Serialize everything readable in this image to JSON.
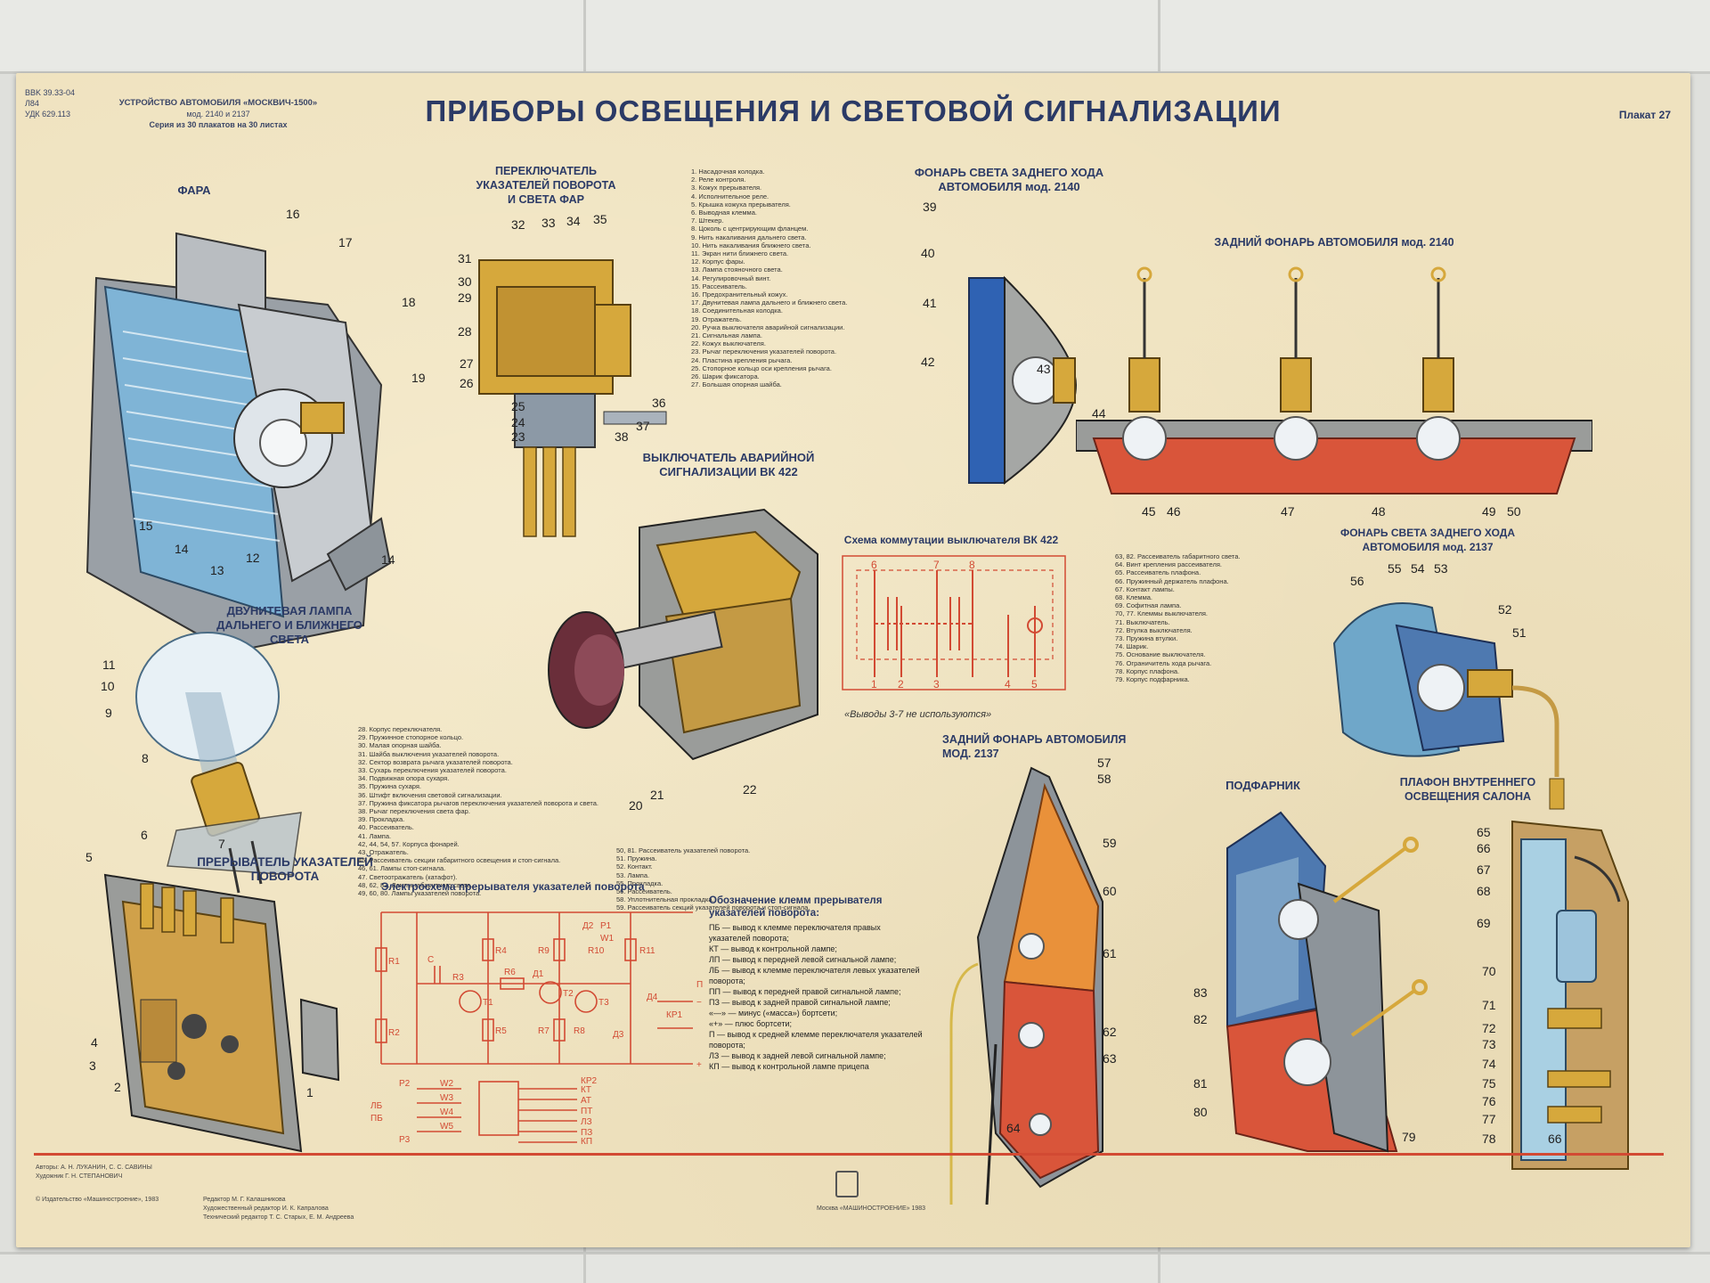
{
  "header": {
    "series_title": "УСТРОЙСТВО АВТОМОБИЛЯ «МОСКВИЧ-1500»",
    "models": "мод. 2140 и 2137",
    "series_note": "Серия из 30 плакатов на 30 листах",
    "title": "ПРИБОРЫ ОСВЕЩЕНИЯ И СВЕТОВОЙ СИГНАЛИЗАЦИИ",
    "poster_number": "Плакат 27"
  },
  "sections": {
    "headlamp": "ФАРА",
    "switch": "ПЕРЕКЛЮЧАТЕЛЬ\nУКАЗАТЕЛЕЙ ПОВОРОТА\nИ СВЕТА ФАР",
    "reverse_2140": "ФОНАРЬ СВЕТА ЗАДНЕГО ХОДА\nАВТОМОБИЛЯ мод. 2140",
    "rear_2140": "ЗАДНИЙ ФОНАРЬ АВТОМОБИЛЯ мод. 2140",
    "hazard": "ВЫКЛЮЧАТЕЛЬ АВАРИЙНОЙ\nСИГНАЛИЗАЦИИ ВК 422",
    "hazard_scheme": "Схема коммутации выключателя ВК 422",
    "hazard_note": "«Выводы 3-7 не используются»",
    "reverse_2137": "ФОНАРЬ СВЕТА ЗАДНЕГО ХОДА\nАВТОМОБИЛЯ мод. 2137",
    "bulb": "ДВУНИТЕВАЯ ЛАМПА\nДАЛЬНЕГО И БЛИЖНЕГО\nСВЕТА",
    "flasher": "ПРЕРЫВАТЕЛЬ УКАЗАТЕЛЕЙ\nПОВОРОТА",
    "flasher_scheme": "Электросхема прерывателя указателей поворота",
    "rear_2137": "ЗАДНИЙ ФОНАРЬ АВТОМОБИЛЯ\nМОД. 2137",
    "parking": "ПОДФАРНИК",
    "interior": "ПЛАФОН ВНУТРЕННЕГО\nОСВЕЩЕНИЯ САЛОНА"
  },
  "legend_terminals": {
    "heading": "Обозначение клемм прерывателя\nуказателей поворота:",
    "items": [
      "ПБ — вывод к клемме переключателя правых указателей поворота;",
      "КТ — вывод к контрольной лампе;",
      "ЛП — вывод к передней левой сигнальной лампе;",
      "ЛБ — вывод к клемме переключателя левых указателей поворота;",
      "ПП — вывод к передней правой сигнальной лампе;",
      "ПЗ — вывод к задней правой сигнальной лампе;",
      "«—» — минус («массa») бортсети;",
      "«+» — плюс бортсети;",
      "П — вывод к средней клемме переключателя указателей поворота;",
      "ЛЗ — вывод к задней левой сигнальной лампе;",
      "КП — вывод к контрольной лампе прицепа"
    ]
  },
  "parts_1": [
    "1. Нaсадочная колодка.",
    "2. Реле контроля.",
    "3. Кожух прерывателя.",
    "4. Исполнительное реле.",
    "5. Крышка кожуха прерывателя.",
    "6. Выводная клемма.",
    "7. Штекер.",
    "8. Цоколь с центрирующим фланцем.",
    "9. Нить накаливания дальнего света.",
    "10. Нить накаливания ближнего света.",
    "11. Экран нити ближнего света.",
    "12. Корпус фары.",
    "13. Лампа стояночного света.",
    "14. Регулировочный винт.",
    "15. Рассеиватель.",
    "16. Предохранительный кожух.",
    "17. Двунитевая лампа дальнего и ближнего света.",
    "18. Соединительная колодка.",
    "19. Отражатель.",
    "20. Ручка выключателя аварийной сигнализации.",
    "21. Сигнальная лампа.",
    "22. Кожух выключателя.",
    "23. Рычаг переключения указателей поворота.",
    "24. Пластина крепления рычага.",
    "25. Стопорное кольцо оси крепления рычага.",
    "26. Шарик фиксатора.",
    "27. Большая опорная шайба."
  ],
  "parts_2": [
    "28. Корпус переключателя.",
    "29. Пружинное стопорное кольцо.",
    "30. Малая опорная шайба.",
    "31. Шайба выключения указателей поворота.",
    "32. Сектор возврата рычага указателей поворота.",
    "33. Сухарь переключения указателей поворота.",
    "34. Подвижная опора сухаря.",
    "35. Пружина сухаря.",
    "36. Штифт включения световой сигнализации.",
    "37. Пружина фиксатора рычагов переключения указателей поворота и света.",
    "38. Рычаг переключения света фар.",
    "39. Прокладка.",
    "40. Рассеиватель.",
    "41. Лампа.",
    "42, 44, 54, 57. Корпуса фонарей.",
    "43. Отражатель.",
    "45. Рассеиватель секции габаритного освещения и стоп-сигнала.",
    "46, 61. Лампы стоп-сигнала.",
    "47. Светоотражатель (катафот).",
    "48, 62, 83. Лампы габаритного света.",
    "49, 60, 80. Лампы указателей поворота."
  ],
  "parts_3": [
    "50, 81. Рассеиватель указателей поворота.",
    "51. Пружина.",
    "52. Контакт.",
    "53. Лампа.",
    "55. Прокладка.",
    "56. Рассеиватель.",
    "58. Уплотнительная прокладка.",
    "59. Рассеиватель секций указателей поворота и стоп-сигнала."
  ],
  "parts_4": [
    "63, 82. Рассеиватель габаритного света.",
    "64. Винт крепления рассеивателя.",
    "65. Рассеиватель плафона.",
    "66. Пружинный держатель плафона.",
    "67. Контакт лампы.",
    "68. Клемма.",
    "69. Софитная лампа.",
    "70, 77. Клеммы выключателя.",
    "71. Выключатель.",
    "72. Втулка выключателя.",
    "73. Пружина втулки.",
    "74. Шарик.",
    "75. Основание выключателя.",
    "76. Ограничитель хода рычага.",
    "78. Корпус плафона.",
    "79. Корпус подфарника."
  ],
  "scheme_bk422": {
    "top_pins": [
      "6",
      "7",
      "8"
    ],
    "bottom_pins": [
      "1",
      "2",
      "3",
      "4",
      "5"
    ]
  },
  "flasher_circuit": {
    "components": [
      "R1",
      "R2",
      "R3",
      "R4",
      "R5",
      "R6",
      "R7",
      "R8",
      "R9",
      "R10",
      "R11",
      "C",
      "Т1",
      "Т2",
      "Т3",
      "Д1",
      "Д2",
      "Д3",
      "Д4",
      "Р1",
      "W1",
      "КР1"
    ],
    "terminals_right": [
      "П",
      "−",
      "+"
    ],
    "terminals_bottom": [
      "КР2",
      "КТ",
      "АТ",
      "ПТ",
      "ЛЗ",
      "ПЗ",
      "КП"
    ],
    "relay_labels": [
      "Р2",
      "W2",
      "W3",
      "W4",
      "W5",
      "Р3",
      "ЛБ",
      "ПБ"
    ]
  },
  "footer": {
    "authors": "Авторы: А. Н. ЛУКАНИН, С. С. САВИНЫ",
    "artist": "Художник Г. Н. СТЕПАНОВИЧ",
    "copyright": "© Издательство «Машиностроение», 1983",
    "editors": "Редактор М. Г. Калашникова",
    "art_editor": "Художественный редактор И. К. Капралова",
    "tech_editor": "Технический редактор Т. С. Старых, Е. М. Андреева",
    "publisher": "Москва «МАШИНОСТРОЕНИЕ» 1983"
  },
  "colors": {
    "title": "#2b3a66",
    "accent_red": "#d24a33",
    "lens_blue": "#6fa7c9",
    "brass": "#d6a83c",
    "lens_red": "#d9553a",
    "lens_orange": "#e9913a"
  }
}
